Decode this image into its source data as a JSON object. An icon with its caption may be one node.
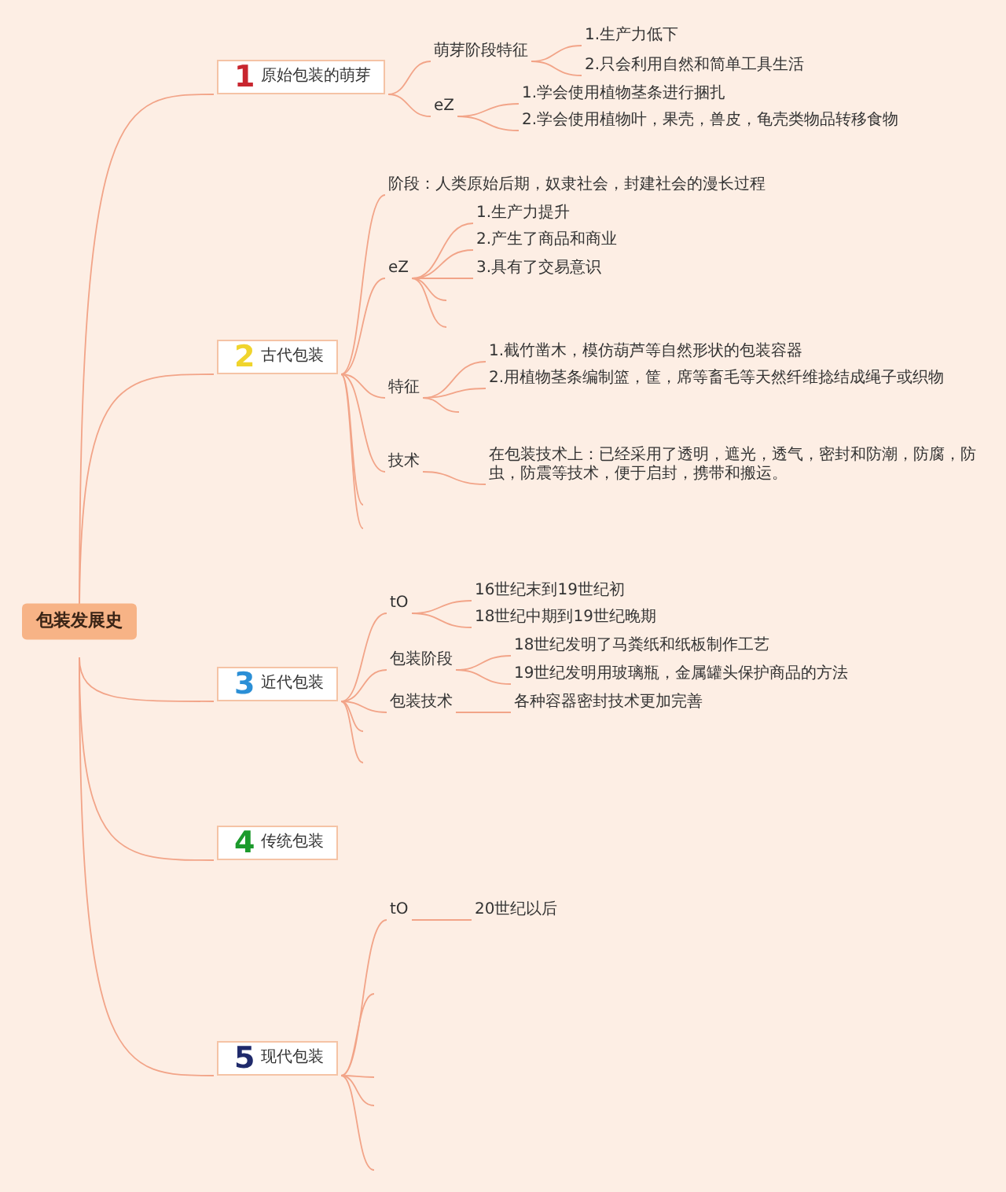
{
  "diagram": {
    "nodes": [
      {
        "text": [
          "包装发展史"
        ]
      },
      {
        "text": [
          "1",
          "原始包装的萌芽"
        ]
      },
      {
        "text": [
          "萌芽阶段特征"
        ]
      },
      {
        "text": [
          "1.生产力低下"
        ]
      },
      {
        "text": [
          "2.只会利用自然和简单工具生活"
        ]
      },
      {
        "text": [
          "eZ"
        ]
      },
      {
        "text": [
          "1.学会使用植物茎条进行捆扎"
        ]
      },
      {
        "text": [
          "2.学会使用植物叶，果壳，兽皮，龟壳类物品转移食物"
        ]
      },
      {
        "text": [
          "2",
          "古代包装"
        ]
      },
      {
        "text": [
          "阶段：人类原始后期，奴隶社会，封建社会的漫长过程"
        ]
      },
      {
        "text": [
          "eZ"
        ]
      },
      {
        "text": [
          "1.生产力提升"
        ]
      },
      {
        "text": [
          "2.产生了商品和商业"
        ]
      },
      {
        "text": [
          "3.具有了交易意识"
        ]
      },
      {
        "text": [
          "特征"
        ]
      },
      {
        "text": [
          "1.截竹凿木，模仿葫芦等自然形状的包装容器"
        ]
      },
      {
        "text": [
          "2.用植物茎条编制篮，筐，席等畜毛等天然纤维捻结成绳子或织物"
        ]
      },
      {
        "text": [
          "技术"
        ]
      },
      {
        "text": [
          "在包装技术上：已经采用了透明，遮光，透气，密封和防潮，防腐，防虫，防震等技术，便于启封，携带和搬运。"
        ]
      },
      {
        "text": [
          "3",
          "近代包装"
        ]
      },
      {
        "text": [
          "tO"
        ]
      },
      {
        "text": [
          "16世纪末到19世纪初"
        ]
      },
      {
        "text": [
          "18世纪中期到19世纪晚期"
        ]
      },
      {
        "text": [
          "包装阶段"
        ]
      },
      {
        "text": [
          "18世纪发明了马粪纸和纸板制作工艺"
        ]
      },
      {
        "text": [
          "19世纪发明用玻璃瓶，金属罐头保护商品的方法"
        ]
      },
      {
        "text": [
          "包装技术"
        ]
      },
      {
        "text": [
          "各种容器密封技术更加完善"
        ]
      },
      {
        "text": [
          "4",
          "传统包装"
        ]
      },
      {
        "text": [
          "5",
          "现代包装"
        ]
      },
      {
        "text": [
          "tO"
        ]
      },
      {
        "text": [
          "20世纪以后"
        ]
      }
    ],
    "edges": [
      {
        "from": 0,
        "to": 1,
        "arrow": "none"
      },
      {
        "from": 0,
        "to": 8,
        "arrow": "none"
      },
      {
        "from": 0,
        "to": 19,
        "arrow": "none"
      },
      {
        "from": 0,
        "to": 28,
        "arrow": "none"
      },
      {
        "from": 0,
        "to": 29,
        "arrow": "none"
      },
      {
        "from": 1,
        "to": 2,
        "arrow": "none"
      },
      {
        "from": 2,
        "to": 3,
        "arrow": "none"
      },
      {
        "from": 2,
        "to": 4,
        "arrow": "none"
      },
      {
        "from": 1,
        "to": 5,
        "arrow": "none"
      },
      {
        "from": 5,
        "to": 6,
        "arrow": "none"
      },
      {
        "from": 5,
        "to": 7,
        "arrow": "none"
      },
      {
        "from": 8,
        "to": 9,
        "arrow": "none"
      },
      {
        "from": 8,
        "to": 10,
        "arrow": "none"
      },
      {
        "from": 10,
        "to": 11,
        "arrow": "none"
      },
      {
        "from": 10,
        "to": 12,
        "arrow": "none"
      },
      {
        "from": 10,
        "to": 13,
        "arrow": "none"
      },
      {
        "from": 10,
        "to": null,
        "arrow": "none"
      },
      {
        "from": 10,
        "to": null,
        "arrow": "none"
      },
      {
        "from": 8,
        "to": 14,
        "arrow": "none"
      },
      {
        "from": 14,
        "to": 15,
        "arrow": "none"
      },
      {
        "from": 14,
        "to": 16,
        "arrow": "none"
      },
      {
        "from": 14,
        "to": null,
        "arrow": "none"
      },
      {
        "from": 8,
        "to": 17,
        "arrow": "none"
      },
      {
        "from": 17,
        "to": 18,
        "arrow": "none"
      },
      {
        "from": 8,
        "to": null,
        "arrow": "none"
      },
      {
        "from": 8,
        "to": null,
        "arrow": "none"
      },
      {
        "from": 19,
        "to": 20,
        "arrow": "none"
      },
      {
        "from": 20,
        "to": 21,
        "arrow": "none"
      },
      {
        "from": 20,
        "to": 22,
        "arrow": "none"
      },
      {
        "from": 19,
        "to": 23,
        "arrow": "none"
      },
      {
        "from": 23,
        "to": 24,
        "arrow": "none"
      },
      {
        "from": 23,
        "to": 25,
        "arrow": "none"
      },
      {
        "from": 19,
        "to": 26,
        "arrow": "none"
      },
      {
        "from": 26,
        "to": 27,
        "arrow": "none"
      },
      {
        "from": 19,
        "to": null,
        "arrow": "none"
      },
      {
        "from": 19,
        "to": null,
        "arrow": "none"
      },
      {
        "from": 29,
        "to": 30,
        "arrow": "none"
      },
      {
        "from": 30,
        "to": 31,
        "arrow": "none"
      },
      {
        "from": 29,
        "to": null,
        "arrow": "none"
      },
      {
        "from": 29,
        "to": null,
        "arrow": "none"
      },
      {
        "from": 29,
        "to": null,
        "arrow": "none"
      },
      {
        "from": 29,
        "to": null,
        "arrow": "none"
      }
    ]
  }
}
